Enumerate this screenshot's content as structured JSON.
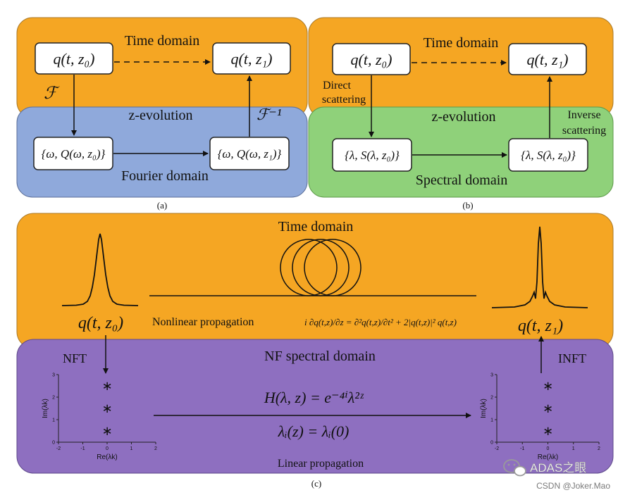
{
  "panel_a": {
    "caption": "(a)",
    "time_domain_label": "Time domain",
    "z_evolution_label": "z-evolution",
    "fourier_domain_label": "Fourier domain",
    "forward_transform_label": "ℱ",
    "inverse_transform_label": "ℱ⁻¹",
    "box_q0": "q(t, z₀)",
    "box_q1": "q(t, z₁)",
    "box_Q0": "{ω, Q(ω, z₀)}",
    "box_Q1": "{ω, Q(ω, z₁)}"
  },
  "panel_b": {
    "caption": "(b)",
    "time_domain_label": "Time domain",
    "z_evolution_label": "z-evolution",
    "spectral_domain_label": "Spectral domain",
    "direct_scattering_line1": "Direct",
    "direct_scattering_line2": "scattering",
    "inverse_scattering_line1": "Inverse",
    "inverse_scattering_line2": "scattering",
    "box_q0": "q(t, z₀)",
    "box_q1": "q(t, z₁)",
    "box_S0": "{λ, S(λ, z₀)}",
    "box_S1": "{λ, S(λ, z₀)}"
  },
  "panel_c": {
    "caption": "(c)",
    "time_domain_label": "Time domain",
    "nf_spectral_domain_label": "NF spectral domain",
    "nonlinear_propagation_label": "Nonlinear propagation",
    "nlse_equation": "i ∂q(t,z)/∂z = ∂²q(t,z)/∂t² + 2|q(t,z)|² q(t,z)",
    "linear_propagation_label": "Linear propagation",
    "nft_label": "NFT",
    "inft_label": "INFT",
    "q_input": "q(t, z₀)",
    "q_output": "q(t, z₁)",
    "transfer_function": "H(λ, z) = e⁻⁴ⁱλ²ᶻ",
    "eigenvalue_relation": "λᵢ(z) = λᵢ(0)",
    "left_plot": {
      "ylabel": "Im(λk)",
      "xlabel": "Re(λk)",
      "x_ticks": [
        "-2",
        "-1",
        "0",
        "1",
        "2"
      ],
      "y_ticks": [
        "0",
        "1",
        "2",
        "3"
      ],
      "points": [
        [
          0,
          0.5
        ],
        [
          0,
          1.5
        ],
        [
          0,
          2.5
        ]
      ]
    },
    "right_plot": {
      "ylabel": "Im(λk)",
      "xlabel": "Re(λk)",
      "x_ticks": [
        "-2",
        "-1",
        "0",
        "1",
        "2"
      ],
      "y_ticks": [
        "0",
        "1",
        "2",
        "3"
      ],
      "points": [
        [
          0,
          0.5
        ],
        [
          0,
          1.5
        ],
        [
          0,
          2.5
        ]
      ]
    }
  },
  "watermark": {
    "brand": "ADAS之眼",
    "credit": "CSDN @Joker.Mao"
  },
  "colors": {
    "time_domain": "#F5A623",
    "fourier_domain": "#8FA9DB",
    "spectral_domain": "#8FD17A",
    "nf_spectral_domain": "#8E6FC0",
    "box_border": "#222222"
  }
}
